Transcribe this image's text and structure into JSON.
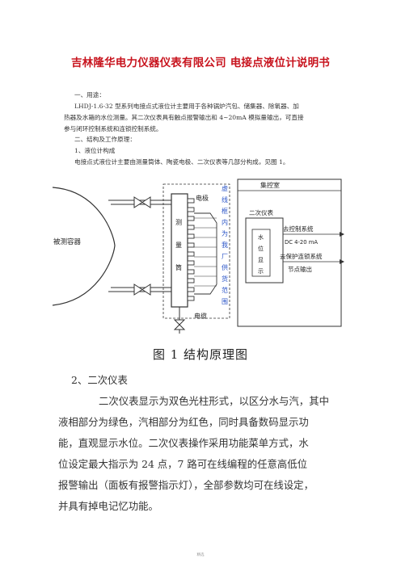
{
  "header": {
    "title": "吉林隆华电力仪器仪表有限公司  电接点液位计说明书"
  },
  "section1": {
    "heading": "一、用途：",
    "line1": "LHDJ-1.6-32 型系列电接点式液位计主要用于各种锅炉汽包、储集器、除氧器、加",
    "line2": "热器及水箱的水位测量。其二次仪表具有触点报警输出和 4~20mA 模拟量输出，可直接",
    "line3": "参与闭环控制系统和连锁控制系统。"
  },
  "section2": {
    "heading": "二、结构及工作原理：",
    "sub1": "1、液位计构成",
    "desc": "电接点式液位计主要由测量筒体、陶瓷电极、二次仪表等几部分构成，见图 1。"
  },
  "figure": {
    "label_container": "被测容器",
    "label_cylinder_chars": [
      "测",
      "量",
      "筒"
    ],
    "label_electrode": "电极",
    "label_cable": "电缆",
    "vertical_note_chars": [
      "虚",
      "线",
      "框",
      "内",
      "为",
      "我",
      "厂",
      "供",
      "货",
      "范",
      "围"
    ],
    "label_control_room": "集控室",
    "label_secondary": "二次仪表",
    "label_display_chars": [
      "水",
      "位",
      "显",
      "示"
    ],
    "out_control": "去控制系统",
    "out_current": "DC 4-20 mA",
    "out_protect": "去保护连锁系统",
    "out_contact": "节点输出",
    "caption": "图 1  结构原理图"
  },
  "section3": {
    "heading": "2、二次仪表",
    "lines": [
      "二次仪表显示为双色光柱形式，以区分水与汽，其中",
      "液相部分为绿色，汽相部分为红色，同时具备数码显示功",
      "能，直观显示水位。二次仪表操作采用功能菜单方式，水",
      "位设定最大指示为 24 点，7 路可在线编程的任意高低位",
      "报警输出（面板有报警指示灯），全部参数均可在线设定，",
      "并具有掉电记忆功能。"
    ]
  },
  "footer": {
    "text": "精选"
  }
}
